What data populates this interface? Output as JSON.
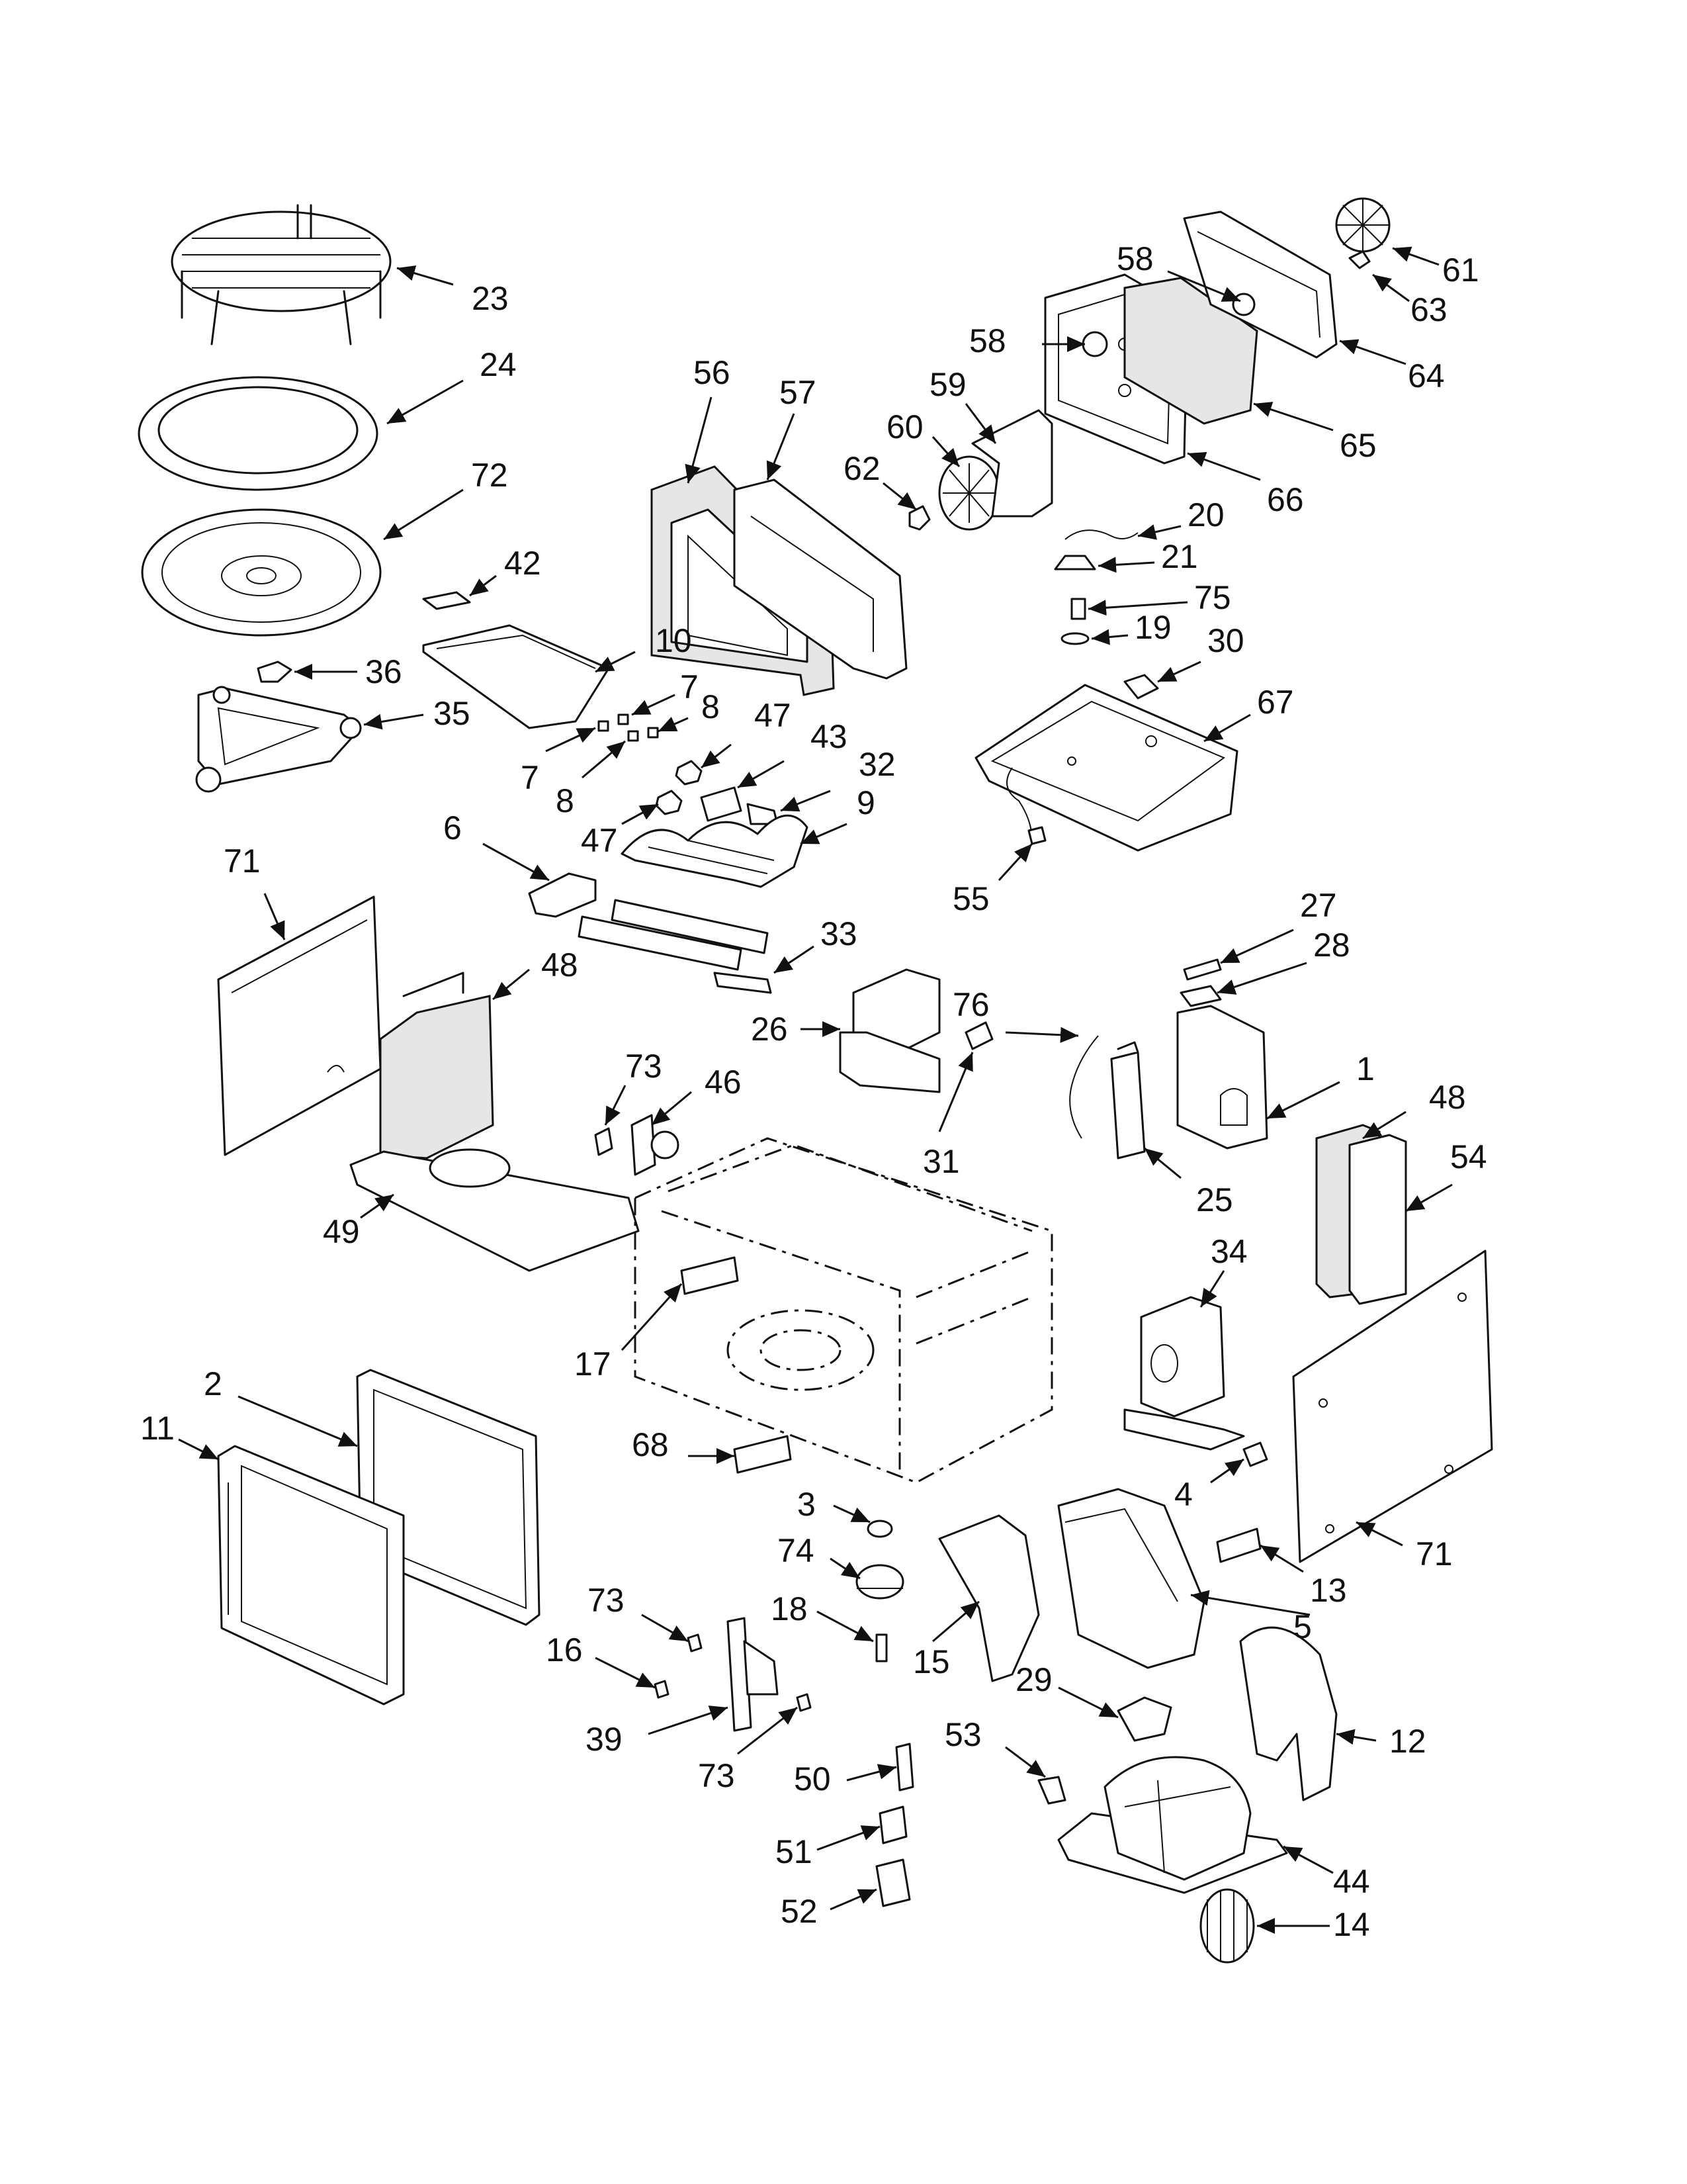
{
  "callouts": [
    {
      "n": "23"
    },
    {
      "n": "24"
    },
    {
      "n": "72"
    },
    {
      "n": "42"
    },
    {
      "n": "36"
    },
    {
      "n": "35"
    },
    {
      "n": "10"
    },
    {
      "n": "7"
    },
    {
      "n": "7"
    },
    {
      "n": "8"
    },
    {
      "n": "8"
    },
    {
      "n": "47"
    },
    {
      "n": "47"
    },
    {
      "n": "43"
    },
    {
      "n": "32"
    },
    {
      "n": "9"
    },
    {
      "n": "6"
    },
    {
      "n": "33"
    },
    {
      "n": "56"
    },
    {
      "n": "57"
    },
    {
      "n": "62"
    },
    {
      "n": "60"
    },
    {
      "n": "59"
    },
    {
      "n": "58"
    },
    {
      "n": "58"
    },
    {
      "n": "61"
    },
    {
      "n": "63"
    },
    {
      "n": "64"
    },
    {
      "n": "65"
    },
    {
      "n": "66"
    },
    {
      "n": "20"
    },
    {
      "n": "21"
    },
    {
      "n": "75"
    },
    {
      "n": "19"
    },
    {
      "n": "30"
    },
    {
      "n": "67"
    },
    {
      "n": "55"
    },
    {
      "n": "71"
    },
    {
      "n": "48"
    },
    {
      "n": "49"
    },
    {
      "n": "73"
    },
    {
      "n": "46"
    },
    {
      "n": "26"
    },
    {
      "n": "76"
    },
    {
      "n": "31"
    },
    {
      "n": "27"
    },
    {
      "n": "28"
    },
    {
      "n": "1"
    },
    {
      "n": "25"
    },
    {
      "n": "48"
    },
    {
      "n": "54"
    },
    {
      "n": "34"
    },
    {
      "n": "17"
    },
    {
      "n": "2"
    },
    {
      "n": "11"
    },
    {
      "n": "68"
    },
    {
      "n": "3"
    },
    {
      "n": "74"
    },
    {
      "n": "18"
    },
    {
      "n": "15"
    },
    {
      "n": "4"
    },
    {
      "n": "71"
    },
    {
      "n": "13"
    },
    {
      "n": "5"
    },
    {
      "n": "73"
    },
    {
      "n": "16"
    },
    {
      "n": "39"
    },
    {
      "n": "73"
    },
    {
      "n": "29"
    },
    {
      "n": "12"
    },
    {
      "n": "53"
    },
    {
      "n": "50"
    },
    {
      "n": "51"
    },
    {
      "n": "44"
    },
    {
      "n": "52"
    },
    {
      "n": "14"
    }
  ]
}
